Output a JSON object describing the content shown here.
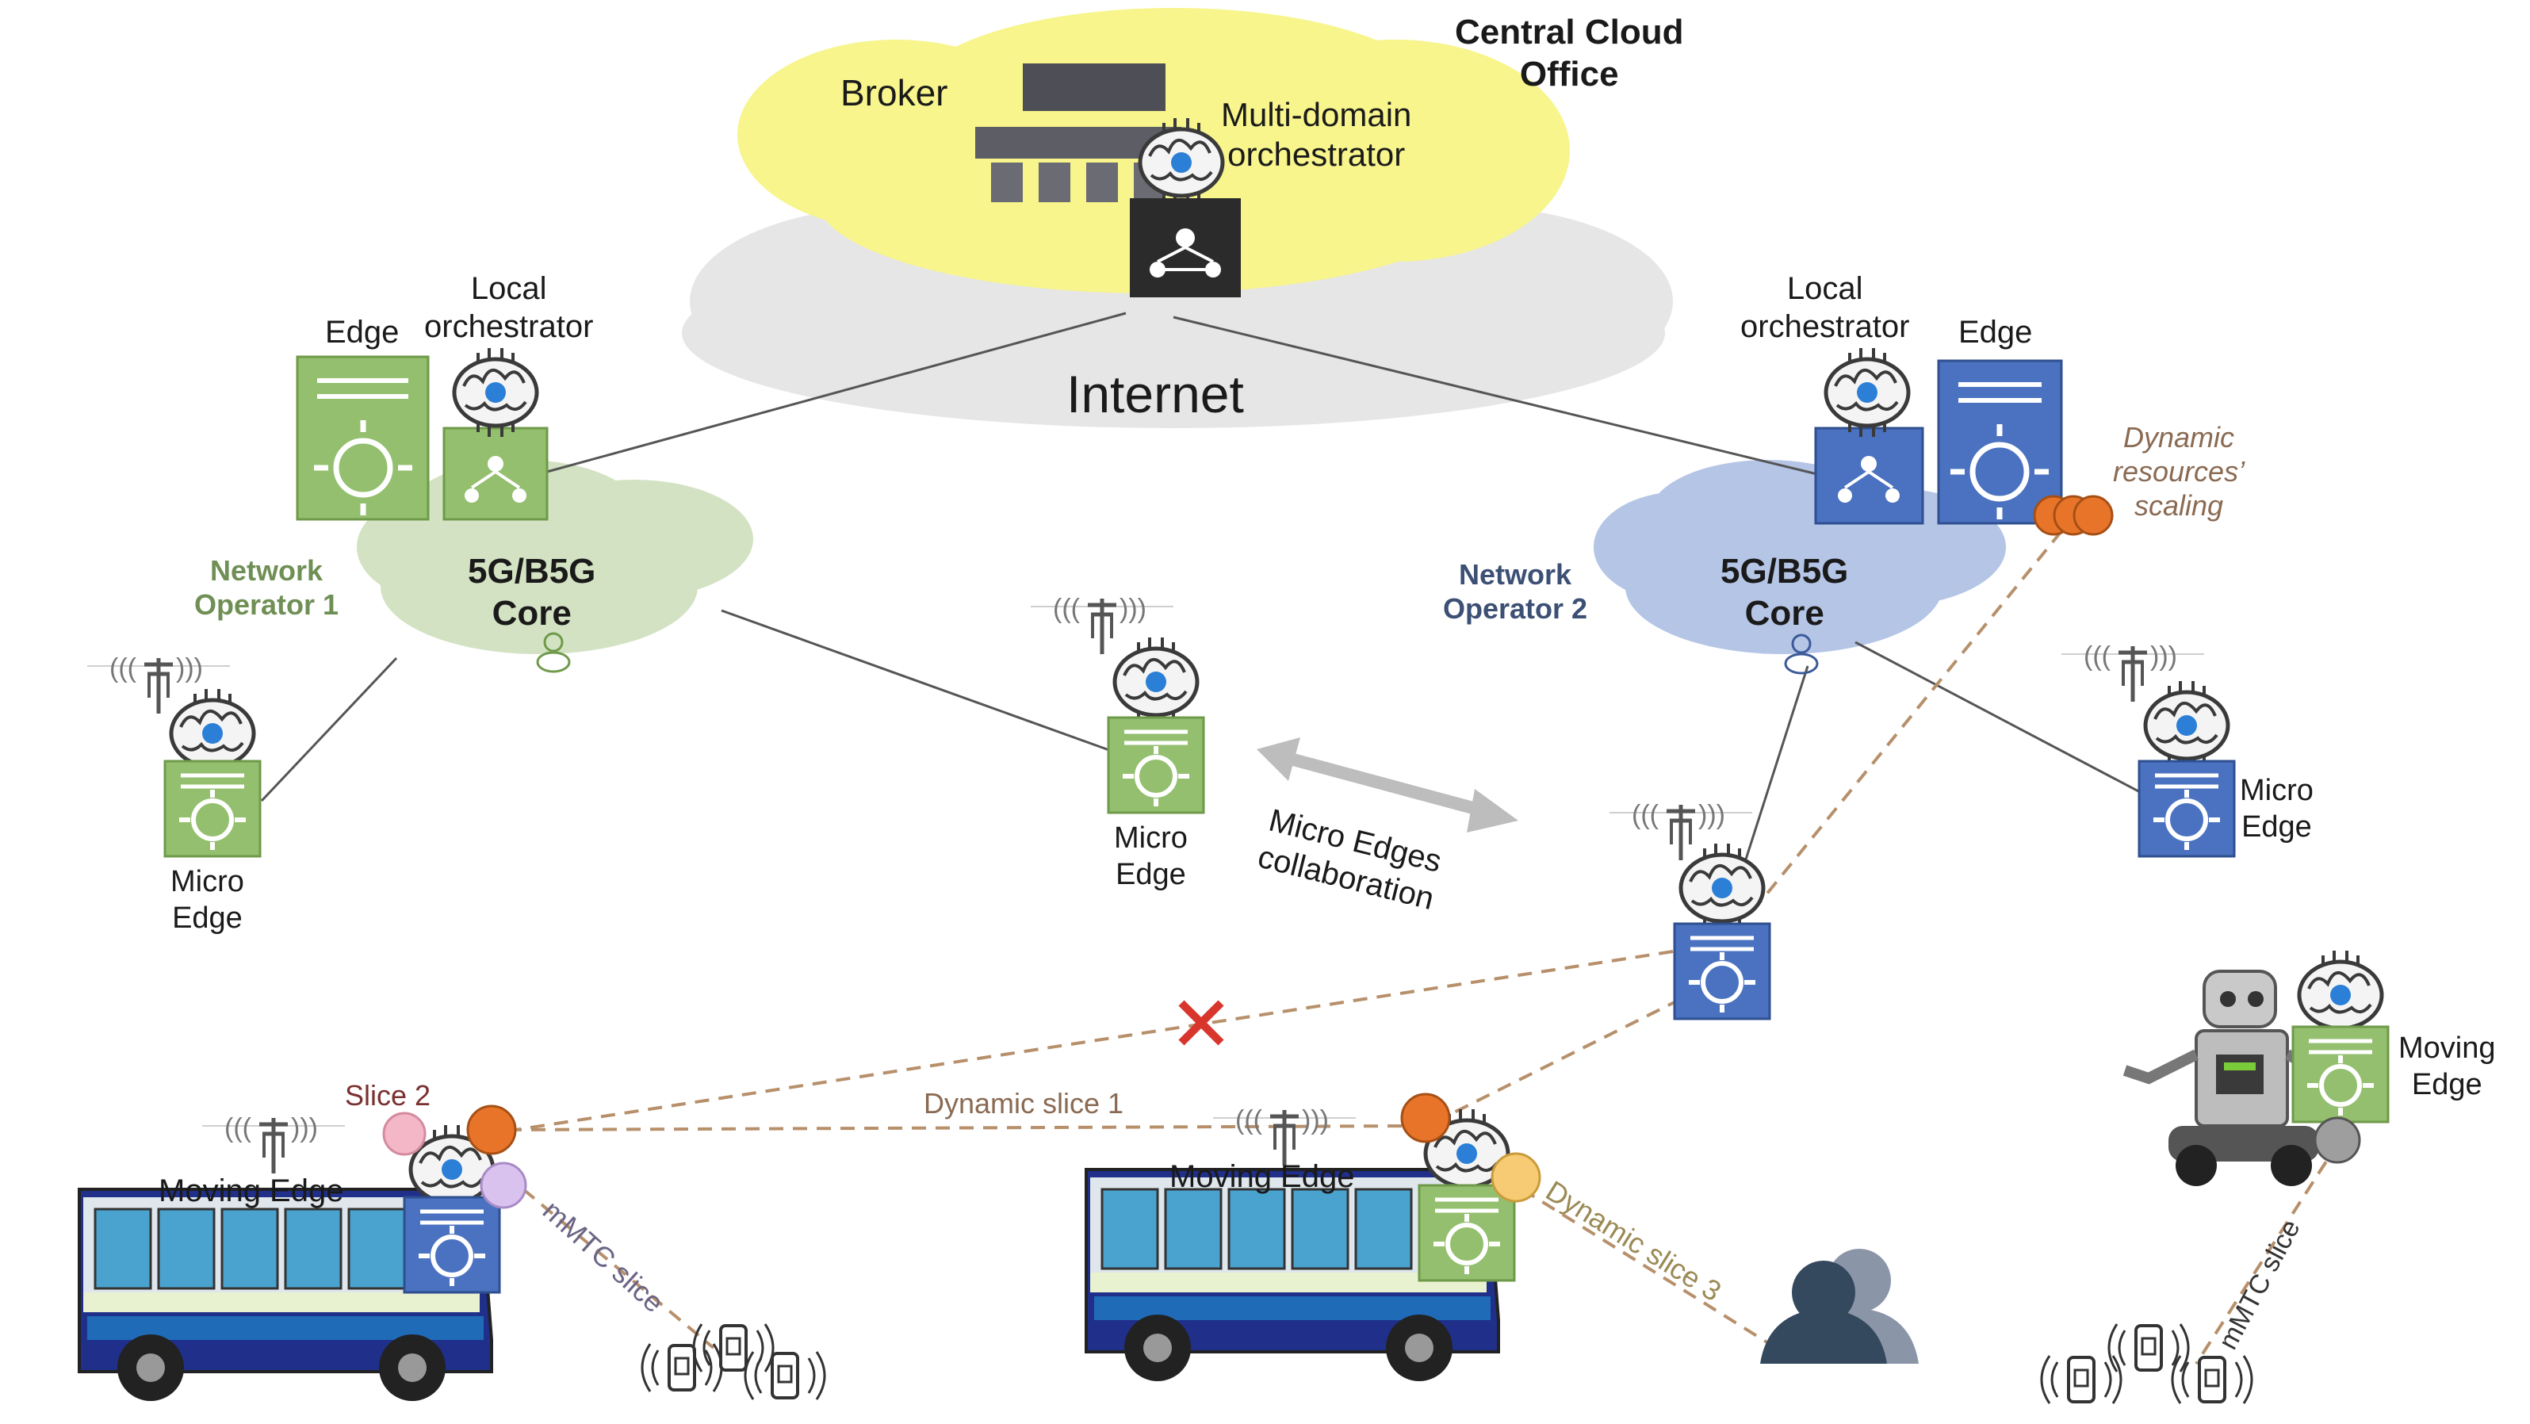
{
  "labels": {
    "central_cloud": "Central Cloud\nOffice",
    "broker": "Broker",
    "multi_domain": "Multi-domain\norchestrator",
    "internet": "Internet",
    "left_edge": "Edge",
    "left_local_orch": "Local\norchestrator",
    "right_local_orch": "Local\norchestrator",
    "right_edge": "Edge",
    "dynamic_scaling": "Dynamic\nresources’\nscaling",
    "operator1": "Network\nOperator 1",
    "operator2": "Network\nOperator 2",
    "core_left": "5G/B5G\nCore",
    "core_right": "5G/B5G\nCore",
    "micro_edge_left": "Micro\nEdge",
    "micro_edge_center": "Micro\nEdge",
    "micro_edge_right": "Micro\nEdge",
    "micro_collab": "Micro Edges\ncollaboration",
    "slice2": "Slice 2",
    "dynamic_slice1": "Dynamic slice 1",
    "dynamic_slice3": "Dynamic slice 3",
    "mmtc_left": "mMTC slice",
    "mmtc_right": "mMTC slice",
    "moving_edge_left": "Moving Edge",
    "moving_edge_center": "Moving Edge",
    "moving_edge_right": "Moving\nEdge"
  },
  "colors": {
    "cloud_yellow": "#f7f58c",
    "cloud_gray": "#e6e6e6",
    "op1_green": "#d3e2c3",
    "op2_blue": "#b4c5e6",
    "green_box": "#93bf6e",
    "blue_box": "#4a72c0",
    "orange": "#e8742a",
    "dashed": "#b7906b"
  },
  "icons": [
    "brain-icon",
    "cell-tower-icon",
    "bus-icon",
    "robot-icon",
    "iot-sensor-icon",
    "user-icon",
    "broker-icon",
    "x-mark-icon"
  ]
}
